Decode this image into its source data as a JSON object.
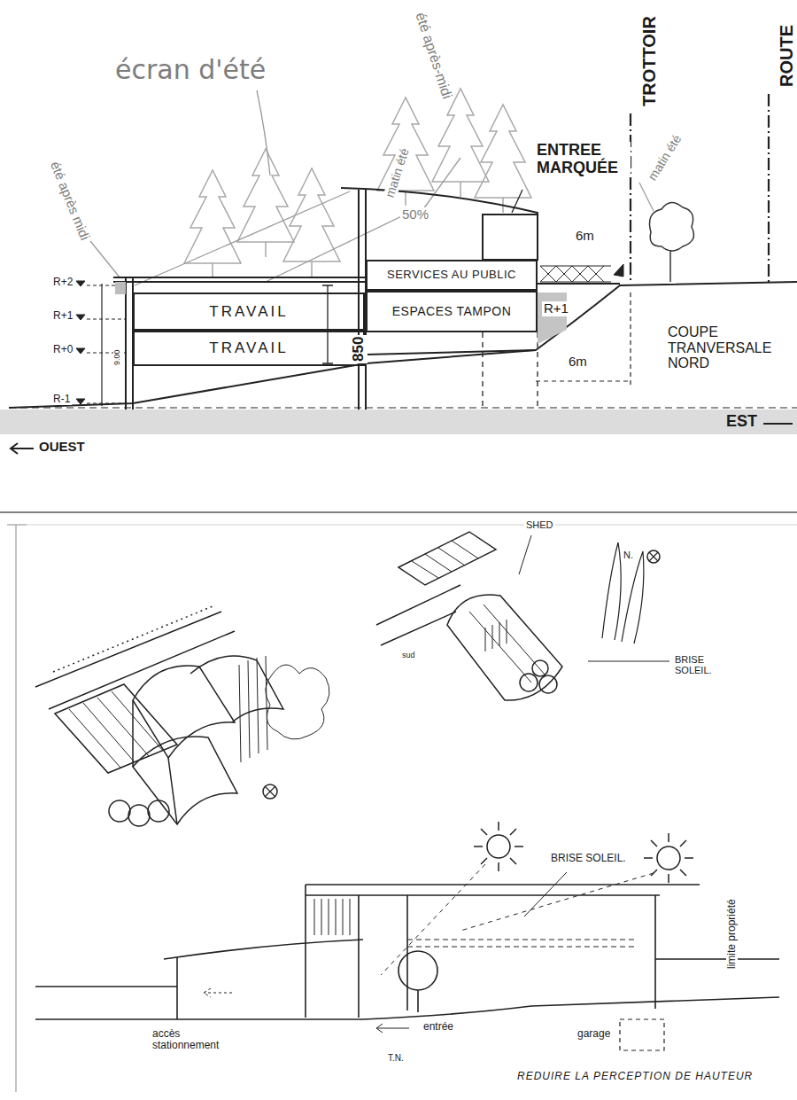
{
  "diagram": {
    "nodes": [
      {
        "text": [
          "SERVICES AU PUBLIC"
        ]
      },
      {
        "text": [
          "TRAVAIL"
        ]
      },
      {
        "text": [
          "ESPACES TAMPON"
        ]
      },
      {
        "text": [
          "TRAVAIL"
        ]
      }
    ],
    "labels": [
      "TROTTOIR",
      "ROUTE",
      "été après-midi",
      "écran d'été",
      "ENTREE MARQUÉE",
      "matin été",
      "été après midi",
      "matin été",
      "50%",
      "6m",
      "R+2",
      "R+1",
      "850",
      "R+1",
      "R+0",
      "9.00",
      "COUPE TRANVERSALE NORD",
      "6m",
      "R-1",
      "EST",
      "OUEST",
      "SHED",
      "N.",
      "BRISE SOLEIL.",
      "sud",
      "BRISE SOLEIL.",
      "limite propriété",
      "entrée",
      "garage",
      "T.N.",
      "accès stationnement",
      "REDUIRE LA PERCEPTION DE HAUTEUR"
    ]
  }
}
